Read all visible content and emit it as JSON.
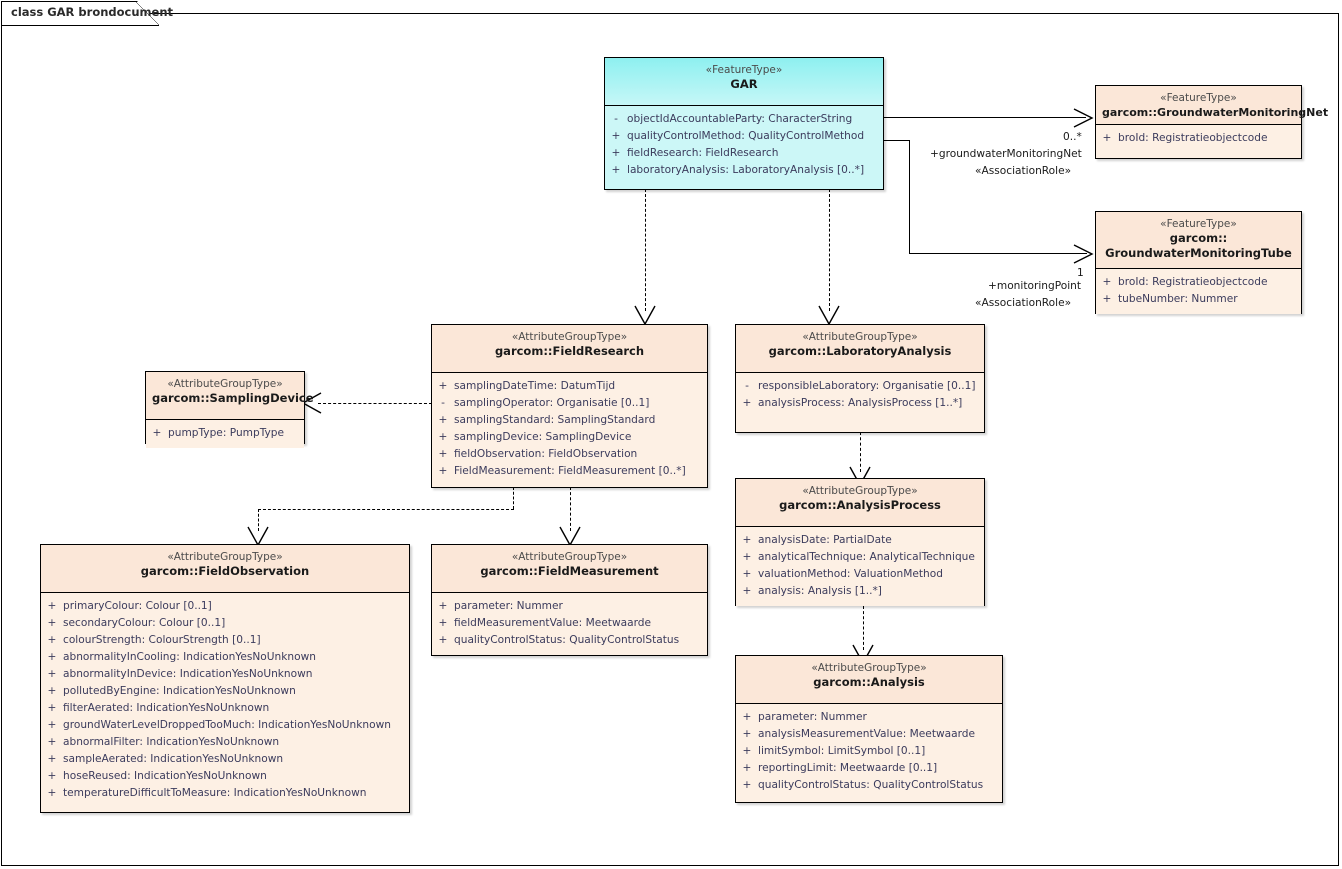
{
  "diagram": {
    "title": "class GAR brondocument",
    "colors": {
      "feature_fill": "#ccf7f7",
      "attrgroup_fill": "#fdf0e4",
      "border": "#000000",
      "text": "#3b3b5c"
    }
  },
  "classes": {
    "gar": {
      "stereotype": "«FeatureType»",
      "name": "GAR",
      "attributes": [
        {
          "vis": "-",
          "text": "objectIdAccountableParty: CharacterString"
        },
        {
          "vis": "+",
          "text": "qualityControlMethod: QualityControlMethod"
        },
        {
          "vis": "+",
          "text": "fieldResearch: FieldResearch"
        },
        {
          "vis": "+",
          "text": "laboratoryAnalysis: LaboratoryAnalysis [0..*]"
        }
      ]
    },
    "gwnet": {
      "stereotype": "«FeatureType»",
      "name": "garcom::GroundwaterMonitoringNet",
      "attributes": [
        {
          "vis": "+",
          "text": "broId: Registratieobjectcode"
        }
      ]
    },
    "gwtube": {
      "stereotype": "«FeatureType»",
      "name": "garcom::",
      "name2": "GroundwaterMonitoringTube",
      "attributes": [
        {
          "vis": "+",
          "text": "broId: Registratieobjectcode"
        },
        {
          "vis": "+",
          "text": "tubeNumber: Nummer"
        }
      ]
    },
    "fieldresearch": {
      "stereotype": "«AttributeGroupType»",
      "name": "garcom::FieldResearch",
      "attributes": [
        {
          "vis": "+",
          "text": "samplingDateTime: DatumTijd"
        },
        {
          "vis": "-",
          "text": "samplingOperator: Organisatie [0..1]"
        },
        {
          "vis": "+",
          "text": "samplingStandard: SamplingStandard"
        },
        {
          "vis": "+",
          "text": "samplingDevice: SamplingDevice"
        },
        {
          "vis": "+",
          "text": "fieldObservation: FieldObservation"
        },
        {
          "vis": "+",
          "text": "FieldMeasurement: FieldMeasurement [0..*]"
        }
      ]
    },
    "samplingdevice": {
      "stereotype": "«AttributeGroupType»",
      "name": "garcom::SamplingDevice",
      "attributes": [
        {
          "vis": "+",
          "text": "pumpType: PumpType"
        }
      ]
    },
    "laboratoryanalysis": {
      "stereotype": "«AttributeGroupType»",
      "name": "garcom::LaboratoryAnalysis",
      "attributes": [
        {
          "vis": "-",
          "text": "responsibleLaboratory: Organisatie [0..1]"
        },
        {
          "vis": "+",
          "text": "analysisProcess: AnalysisProcess [1..*]"
        }
      ]
    },
    "analysisprocess": {
      "stereotype": "«AttributeGroupType»",
      "name": "garcom::AnalysisProcess",
      "attributes": [
        {
          "vis": "+",
          "text": "analysisDate: PartialDate"
        },
        {
          "vis": "+",
          "text": "analyticalTechnique: AnalyticalTechnique"
        },
        {
          "vis": "+",
          "text": "valuationMethod: ValuationMethod"
        },
        {
          "vis": "+",
          "text": "analysis: Analysis [1..*]"
        }
      ]
    },
    "analysis": {
      "stereotype": "«AttributeGroupType»",
      "name": "garcom::Analysis",
      "attributes": [
        {
          "vis": "+",
          "text": "parameter: Nummer"
        },
        {
          "vis": "+",
          "text": "analysisMeasurementValue: Meetwaarde"
        },
        {
          "vis": "+",
          "text": "limitSymbol: LimitSymbol [0..1]"
        },
        {
          "vis": "+",
          "text": "reportingLimit: Meetwaarde [0..1]"
        },
        {
          "vis": "+",
          "text": "qualityControlStatus: QualityControlStatus"
        }
      ]
    },
    "fieldobservation": {
      "stereotype": "«AttributeGroupType»",
      "name": "garcom::FieldObservation",
      "attributes": [
        {
          "vis": "+",
          "text": "primaryColour: Colour [0..1]"
        },
        {
          "vis": "+",
          "text": "secondaryColour: Colour [0..1]"
        },
        {
          "vis": "+",
          "text": "colourStrength: ColourStrength [0..1]"
        },
        {
          "vis": "+",
          "text": "abnormalityInCooling: IndicationYesNoUnknown"
        },
        {
          "vis": "+",
          "text": "abnormalityInDevice: IndicationYesNoUnknown"
        },
        {
          "vis": "+",
          "text": "pollutedByEngine: IndicationYesNoUnknown"
        },
        {
          "vis": "+",
          "text": "filterAerated: IndicationYesNoUnknown"
        },
        {
          "vis": "+",
          "text": "groundWaterLevelDroppedTooMuch: IndicationYesNoUnknown"
        },
        {
          "vis": "+",
          "text": "abnormalFilter: IndicationYesNoUnknown"
        },
        {
          "vis": "+",
          "text": "sampleAerated: IndicationYesNoUnknown"
        },
        {
          "vis": "+",
          "text": "hoseReused: IndicationYesNoUnknown"
        },
        {
          "vis": "+",
          "text": "temperatureDifficultToMeasure: IndicationYesNoUnknown"
        }
      ]
    },
    "fieldmeasurement": {
      "stereotype": "«AttributeGroupType»",
      "name": "garcom::FieldMeasurement",
      "attributes": [
        {
          "vis": "+",
          "text": "parameter: Nummer"
        },
        {
          "vis": "+",
          "text": "fieldMeasurementValue: Meetwaarde"
        },
        {
          "vis": "+",
          "text": "qualityControlStatus: QualityControlStatus"
        }
      ]
    }
  },
  "connectors": {
    "gar_to_net": {
      "multiplicity": "0..*",
      "role": "+groundwaterMonitoringNet",
      "stereotype": "«AssociationRole»"
    },
    "gar_to_tube": {
      "multiplicity": "1",
      "role": "+monitoringPoint",
      "stereotype": "«AssociationRole»"
    }
  }
}
